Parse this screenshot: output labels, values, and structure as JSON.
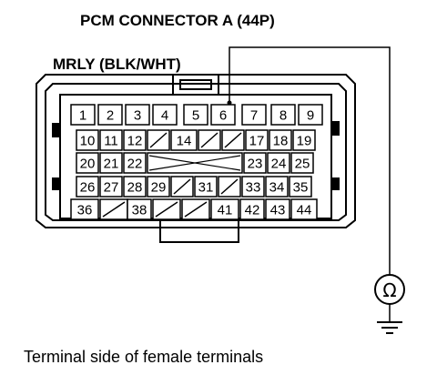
{
  "title": "PCM CONNECTOR A (44P)",
  "wire_label": "MRLY (BLK/WHT)",
  "ohm_symbol": "Ω",
  "caption": "Terminal side of female terminals",
  "rows": [
    [
      "1",
      "2",
      "3",
      "4",
      "5",
      "6",
      "7",
      "8",
      "9"
    ],
    [
      "10",
      "11",
      "12",
      "/",
      "14",
      "/",
      "/",
      "17",
      "18",
      "19"
    ],
    [
      "20",
      "21",
      "22",
      "",
      "23",
      "24",
      "25"
    ],
    [
      "26",
      "27",
      "28",
      "29",
      "/",
      "31",
      "/",
      "33",
      "34",
      "35"
    ],
    [
      "36",
      "/",
      "38",
      "/",
      "/",
      "41",
      "42",
      "43",
      "44"
    ]
  ]
}
